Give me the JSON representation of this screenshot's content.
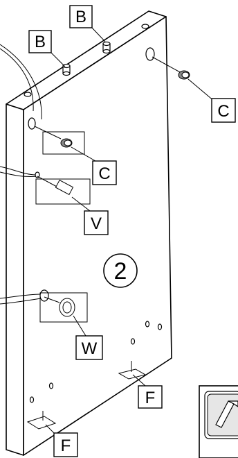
{
  "step": "2",
  "callouts": {
    "b1": "B",
    "b2": "B",
    "c1": "C",
    "c2": "C",
    "v": "V",
    "w": "W",
    "f1": "F",
    "f2": "F"
  },
  "colors": {
    "line": "#000000",
    "background": "#ffffff",
    "inset_fill": "#d9d9d9"
  }
}
